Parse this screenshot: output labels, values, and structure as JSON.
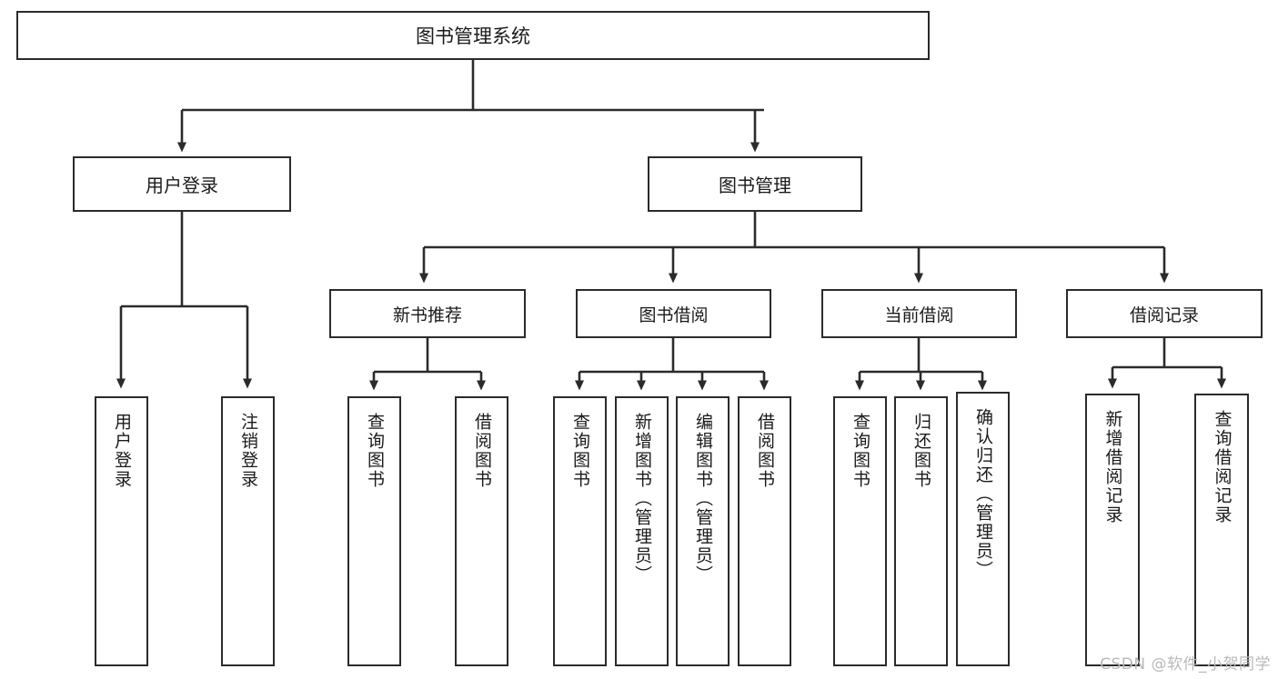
{
  "diagram": {
    "title": "图书管理系统",
    "type": "tree",
    "watermark": "CSDN @软件_小贺同学",
    "colors": {
      "box_border": "#2b2b2b",
      "box_fill": "#ffffff",
      "connector": "#2b2b2b",
      "text": "#1a1a1a",
      "watermark": "#b9b9b9",
      "background": "#ffffff"
    },
    "root": {
      "id": "root",
      "label": "图书管理系统"
    },
    "level1": [
      {
        "id": "user-login",
        "label": "用户登录"
      },
      {
        "id": "book-manage",
        "label": "图书管理"
      }
    ],
    "level2": [
      {
        "id": "new-book-recommend",
        "label": "新书推荐",
        "parent": "book-manage"
      },
      {
        "id": "book-borrow",
        "label": "图书借阅",
        "parent": "book-manage"
      },
      {
        "id": "current-borrow",
        "label": "当前借阅",
        "parent": "book-manage"
      },
      {
        "id": "borrow-record",
        "label": "借阅记录",
        "parent": "book-manage"
      }
    ],
    "leaves": {
      "user-login": [
        {
          "id": "leaf-user-login",
          "label": "用户登录"
        },
        {
          "id": "leaf-user-logout",
          "label": "注销登录"
        }
      ],
      "new-book-recommend": [
        {
          "id": "leaf-query-book-1",
          "label": "查询图书"
        },
        {
          "id": "leaf-borrow-book-1",
          "label": "借阅图书"
        }
      ],
      "book-borrow": [
        {
          "id": "leaf-query-book-2",
          "label": "查询图书"
        },
        {
          "id": "leaf-add-book",
          "label": "新增图书（管理员）"
        },
        {
          "id": "leaf-edit-book",
          "label": "编辑图书（管理员）"
        },
        {
          "id": "leaf-borrow-book-2",
          "label": "借阅图书"
        }
      ],
      "current-borrow": [
        {
          "id": "leaf-query-book-3",
          "label": "查询图书"
        },
        {
          "id": "leaf-return-book",
          "label": "归还图书"
        },
        {
          "id": "leaf-confirm-return",
          "label": "确认归还（管理员）"
        }
      ],
      "borrow-record": [
        {
          "id": "leaf-add-record",
          "label": "新增借阅记录"
        },
        {
          "id": "leaf-query-record",
          "label": "查询借阅记录"
        }
      ]
    }
  }
}
